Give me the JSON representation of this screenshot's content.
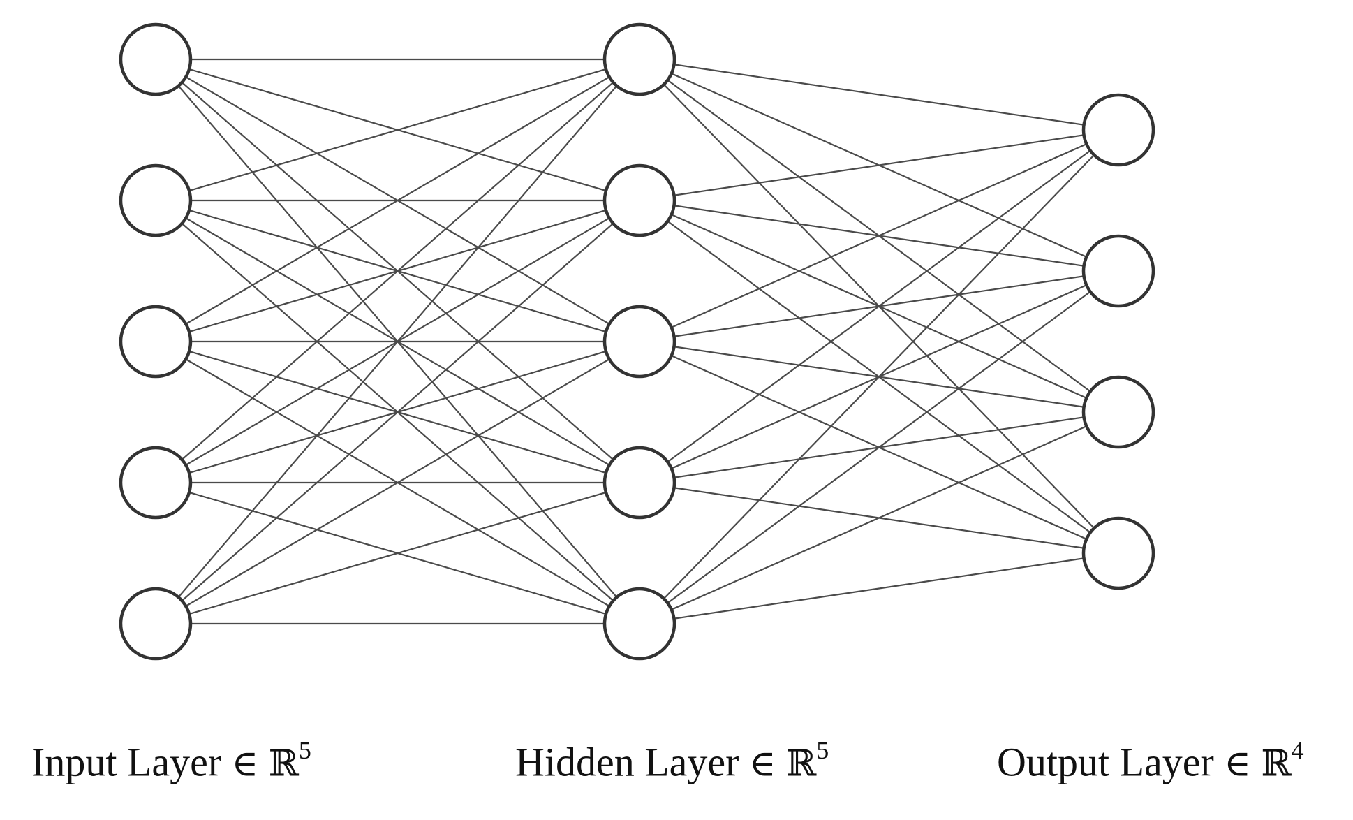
{
  "network": {
    "layers": [
      {
        "id": "input",
        "size": 5
      },
      {
        "id": "hidden",
        "size": 5
      },
      {
        "id": "output",
        "size": 4
      }
    ],
    "connectivity": "fully-connected"
  },
  "labels": {
    "input": {
      "text": "Input Layer",
      "symbol": "∈",
      "space": "ℝ",
      "dim": "5"
    },
    "hidden": {
      "text": "Hidden Layer",
      "symbol": "∈",
      "space": "ℝ",
      "dim": "5"
    },
    "output": {
      "text": "Output Layer",
      "symbol": "∈",
      "space": "ℝ",
      "dim": "4"
    }
  },
  "colors": {
    "edge": "#4a4a4a",
    "node_stroke": "#333333",
    "node_fill": "#ffffff",
    "text": "#111111"
  }
}
